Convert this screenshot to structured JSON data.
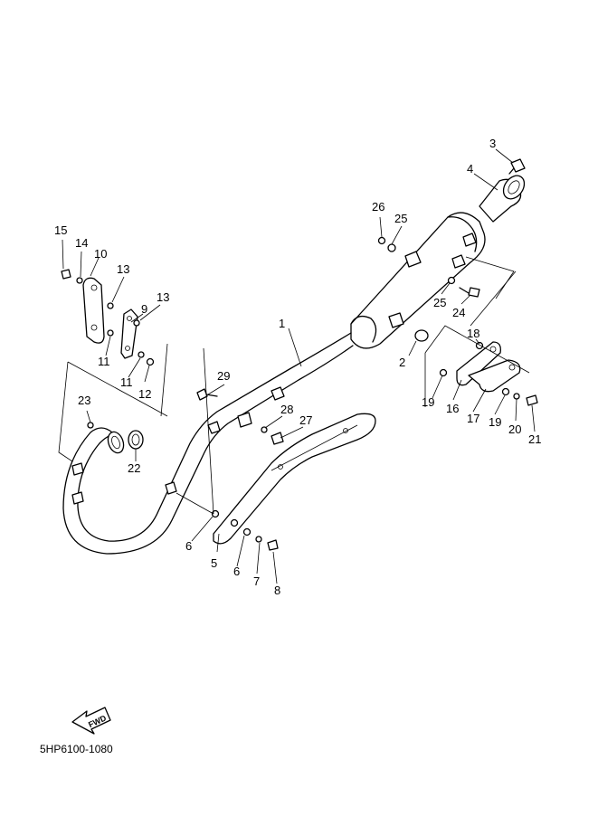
{
  "diagram_code": "5HP6100-1080",
  "fwd_label": "FWD",
  "callouts": [
    "1",
    "2",
    "3",
    "4",
    "5",
    "6",
    "6",
    "7",
    "8",
    "9",
    "10",
    "11",
    "11",
    "12",
    "13",
    "13",
    "14",
    "15",
    "16",
    "17",
    "18",
    "19",
    "19",
    "20",
    "21",
    "22",
    "23",
    "24",
    "25",
    "25",
    "26",
    "27",
    "28",
    "29"
  ]
}
